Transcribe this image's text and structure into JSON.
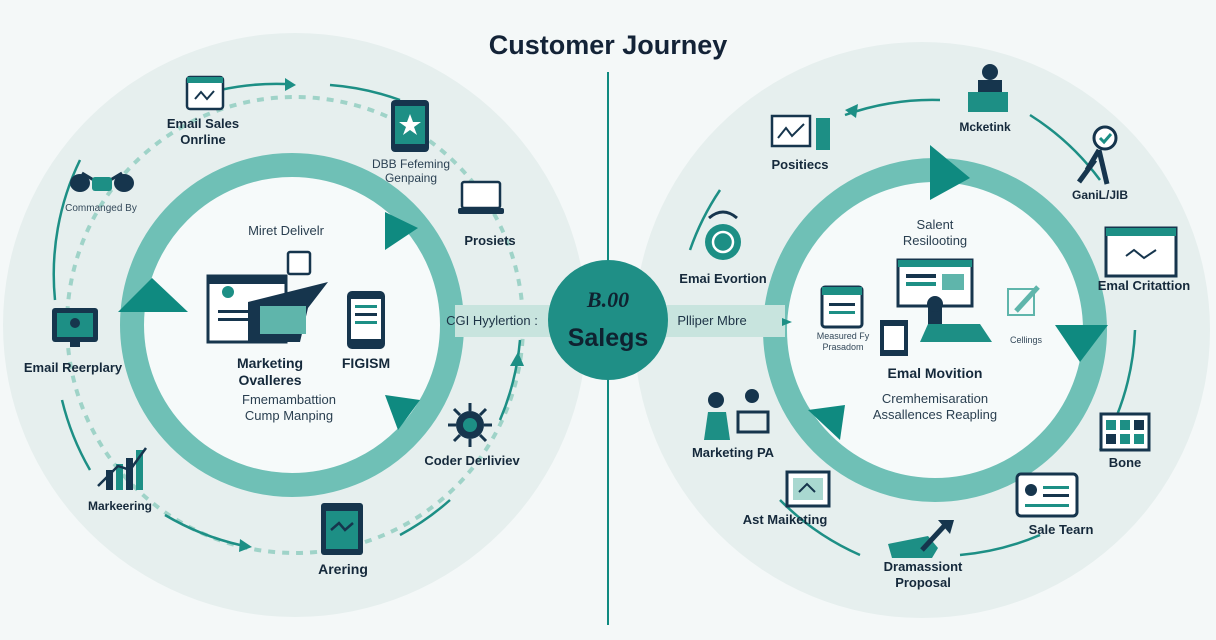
{
  "title": "Customer Journey",
  "hub": {
    "top": "B.00",
    "bottom": "Salegs"
  },
  "connectors": {
    "left": "CGI Hyylertion :",
    "right": "Plliper Mbre"
  },
  "left": {
    "outer": {
      "email_sales": "Email Sales\nOnrline",
      "dbb": "DBB Fefeming\nGenpaing",
      "prosets": "Prosiets",
      "coder": "Coder Derliviev",
      "arering": "Arering",
      "markeering": "Markeering",
      "email_repl": "Email Reerplary",
      "commanged": "Commanged By"
    },
    "inner": {
      "miret": "Miret Delivelr",
      "marketing": "Marketing\nOvalleres",
      "figism": "FIGISM",
      "fmem": "Fmemambattion\nCump Manping"
    }
  },
  "right": {
    "outer": {
      "positiecs": "Positiecs",
      "mcketink": "Mcketink",
      "ganiuib": "GaniL/JIB",
      "email_crit": "Emal Critattion",
      "bone": "Bone",
      "sale_tearn": "Sale Tearn",
      "proposal": "Dramassiont\nProposal",
      "ast_marketing": "Ast Maiketing",
      "marketing_pa": "Marketing PA",
      "emai_evortion": "Emai Evortion"
    },
    "inner": {
      "salent": "Salent\nResilooting",
      "measured": "Measured Fy\nPrasadom",
      "cellings": "Cellings",
      "emal_movition": "Emal Movition",
      "crem": "Cremhemisaration\nAssallences Reapling"
    }
  },
  "colors": {
    "teal_dark": "#0f8a80",
    "teal_mid": "#5fb5ab",
    "teal_light": "#a9d8d0",
    "navy": "#16354d",
    "disc": "#e6efee"
  },
  "icons": [
    "email-icon",
    "tablet-icon",
    "laptop-icon",
    "robot-icon",
    "document-icon",
    "bar-chart-icon",
    "monitor-icon",
    "drone-icon",
    "browser-icon",
    "phone-icon",
    "calendar-icon",
    "person-laptop-icon",
    "mic-icon",
    "pointer-person-icon",
    "window-icon",
    "grid-icon",
    "id-card-icon",
    "hand-arrow-icon",
    "frame-icon",
    "people-icon",
    "clipboard-icon",
    "workstation-icon",
    "pen-icon"
  ]
}
